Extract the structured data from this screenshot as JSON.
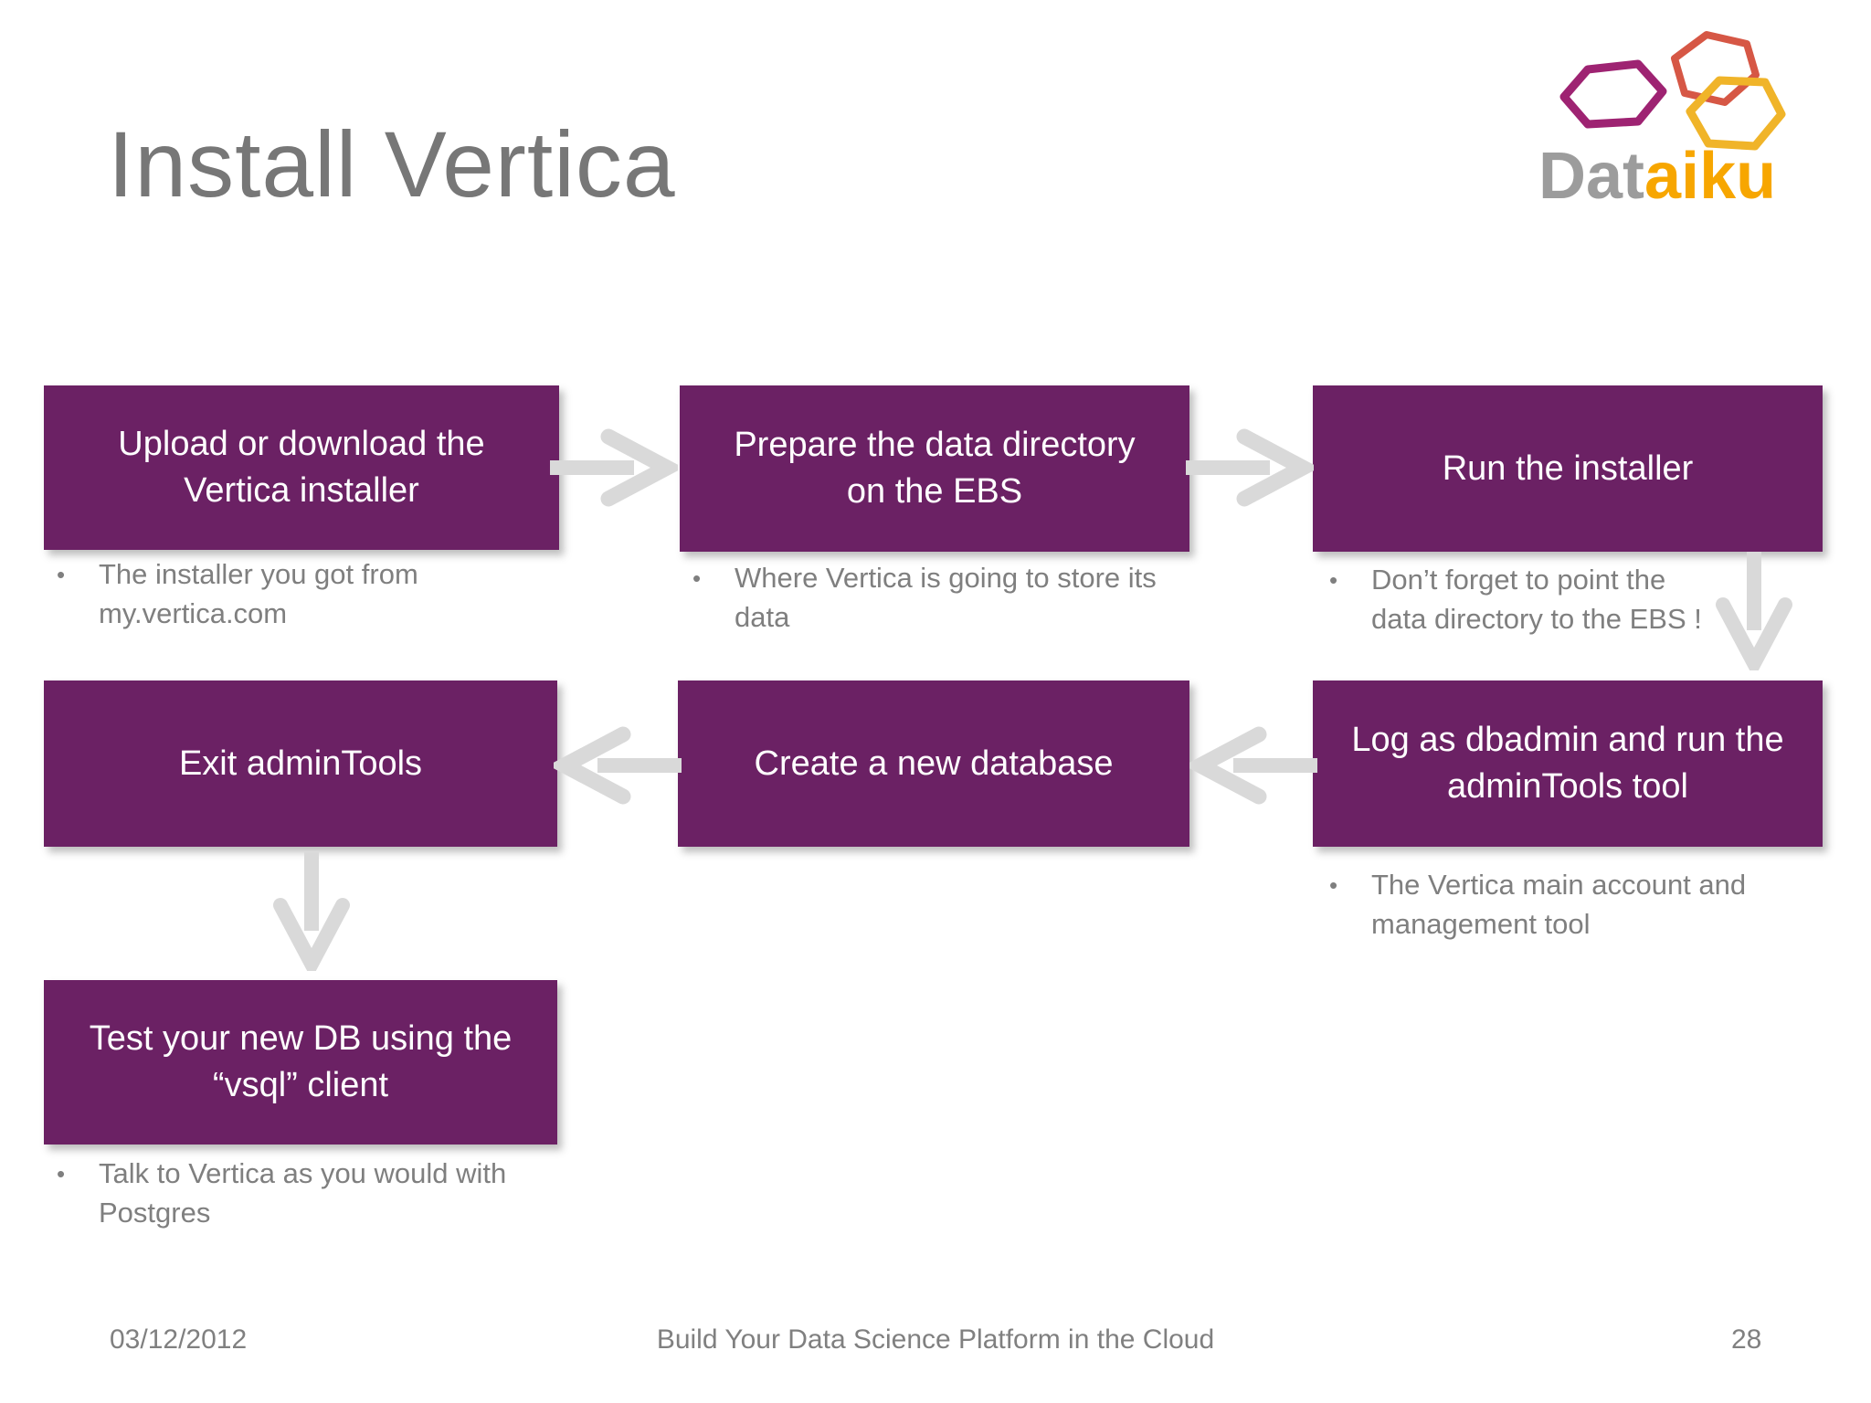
{
  "slide": {
    "title": "Install Vertica",
    "logo": {
      "word_gray": "Dat",
      "word_orange": "aiku",
      "hexagons": [
        "purple-hexagon",
        "red-hexagon",
        "yellow-hexagon"
      ]
    },
    "colors": {
      "box_purple": "#6B2164",
      "arrow_gray": "#D9D9D9",
      "note_gray": "#7F7F7F",
      "title_gray": "#777777",
      "logo_text_gray": "#9C9C9C",
      "logo_orange": "#F7A600",
      "hex_purple": "#9E2372",
      "hex_red": "#D65745",
      "hex_yellow": "#F0B429"
    },
    "bullet_char": "•",
    "flowchart": {
      "boxes": [
        {
          "label_lines": [
            "Upload or download the",
            "Vertica installer"
          ],
          "note_lines": [
            "The installer you got from",
            "my.vertica.com"
          ]
        },
        {
          "label_lines": [
            "Prepare the data directory",
            "on the EBS"
          ],
          "note_lines": [
            "Where Vertica is going to store its",
            "data"
          ]
        },
        {
          "label_lines": [
            "Run the installer"
          ],
          "note_lines": [
            "Don’t forget to point the",
            "data directory to the EBS !"
          ]
        },
        {
          "label_lines": [
            "Log as dbadmin and run the",
            "adminTools tool"
          ],
          "note_lines": [
            "The Vertica main account and",
            "management tool"
          ]
        },
        {
          "label_lines": [
            "Create a new database"
          ],
          "note_lines": []
        },
        {
          "label_lines": [
            "Exit adminTools"
          ],
          "note_lines": []
        },
        {
          "label_lines": [
            "Test your new DB using the",
            "“vsql” client"
          ],
          "note_lines": [
            "Talk to Vertica as you would with",
            "Postgres"
          ]
        }
      ]
    },
    "footer": {
      "date": "03/12/2012",
      "center": "Build Your Data Science Platform in the Cloud",
      "page": "28"
    }
  }
}
